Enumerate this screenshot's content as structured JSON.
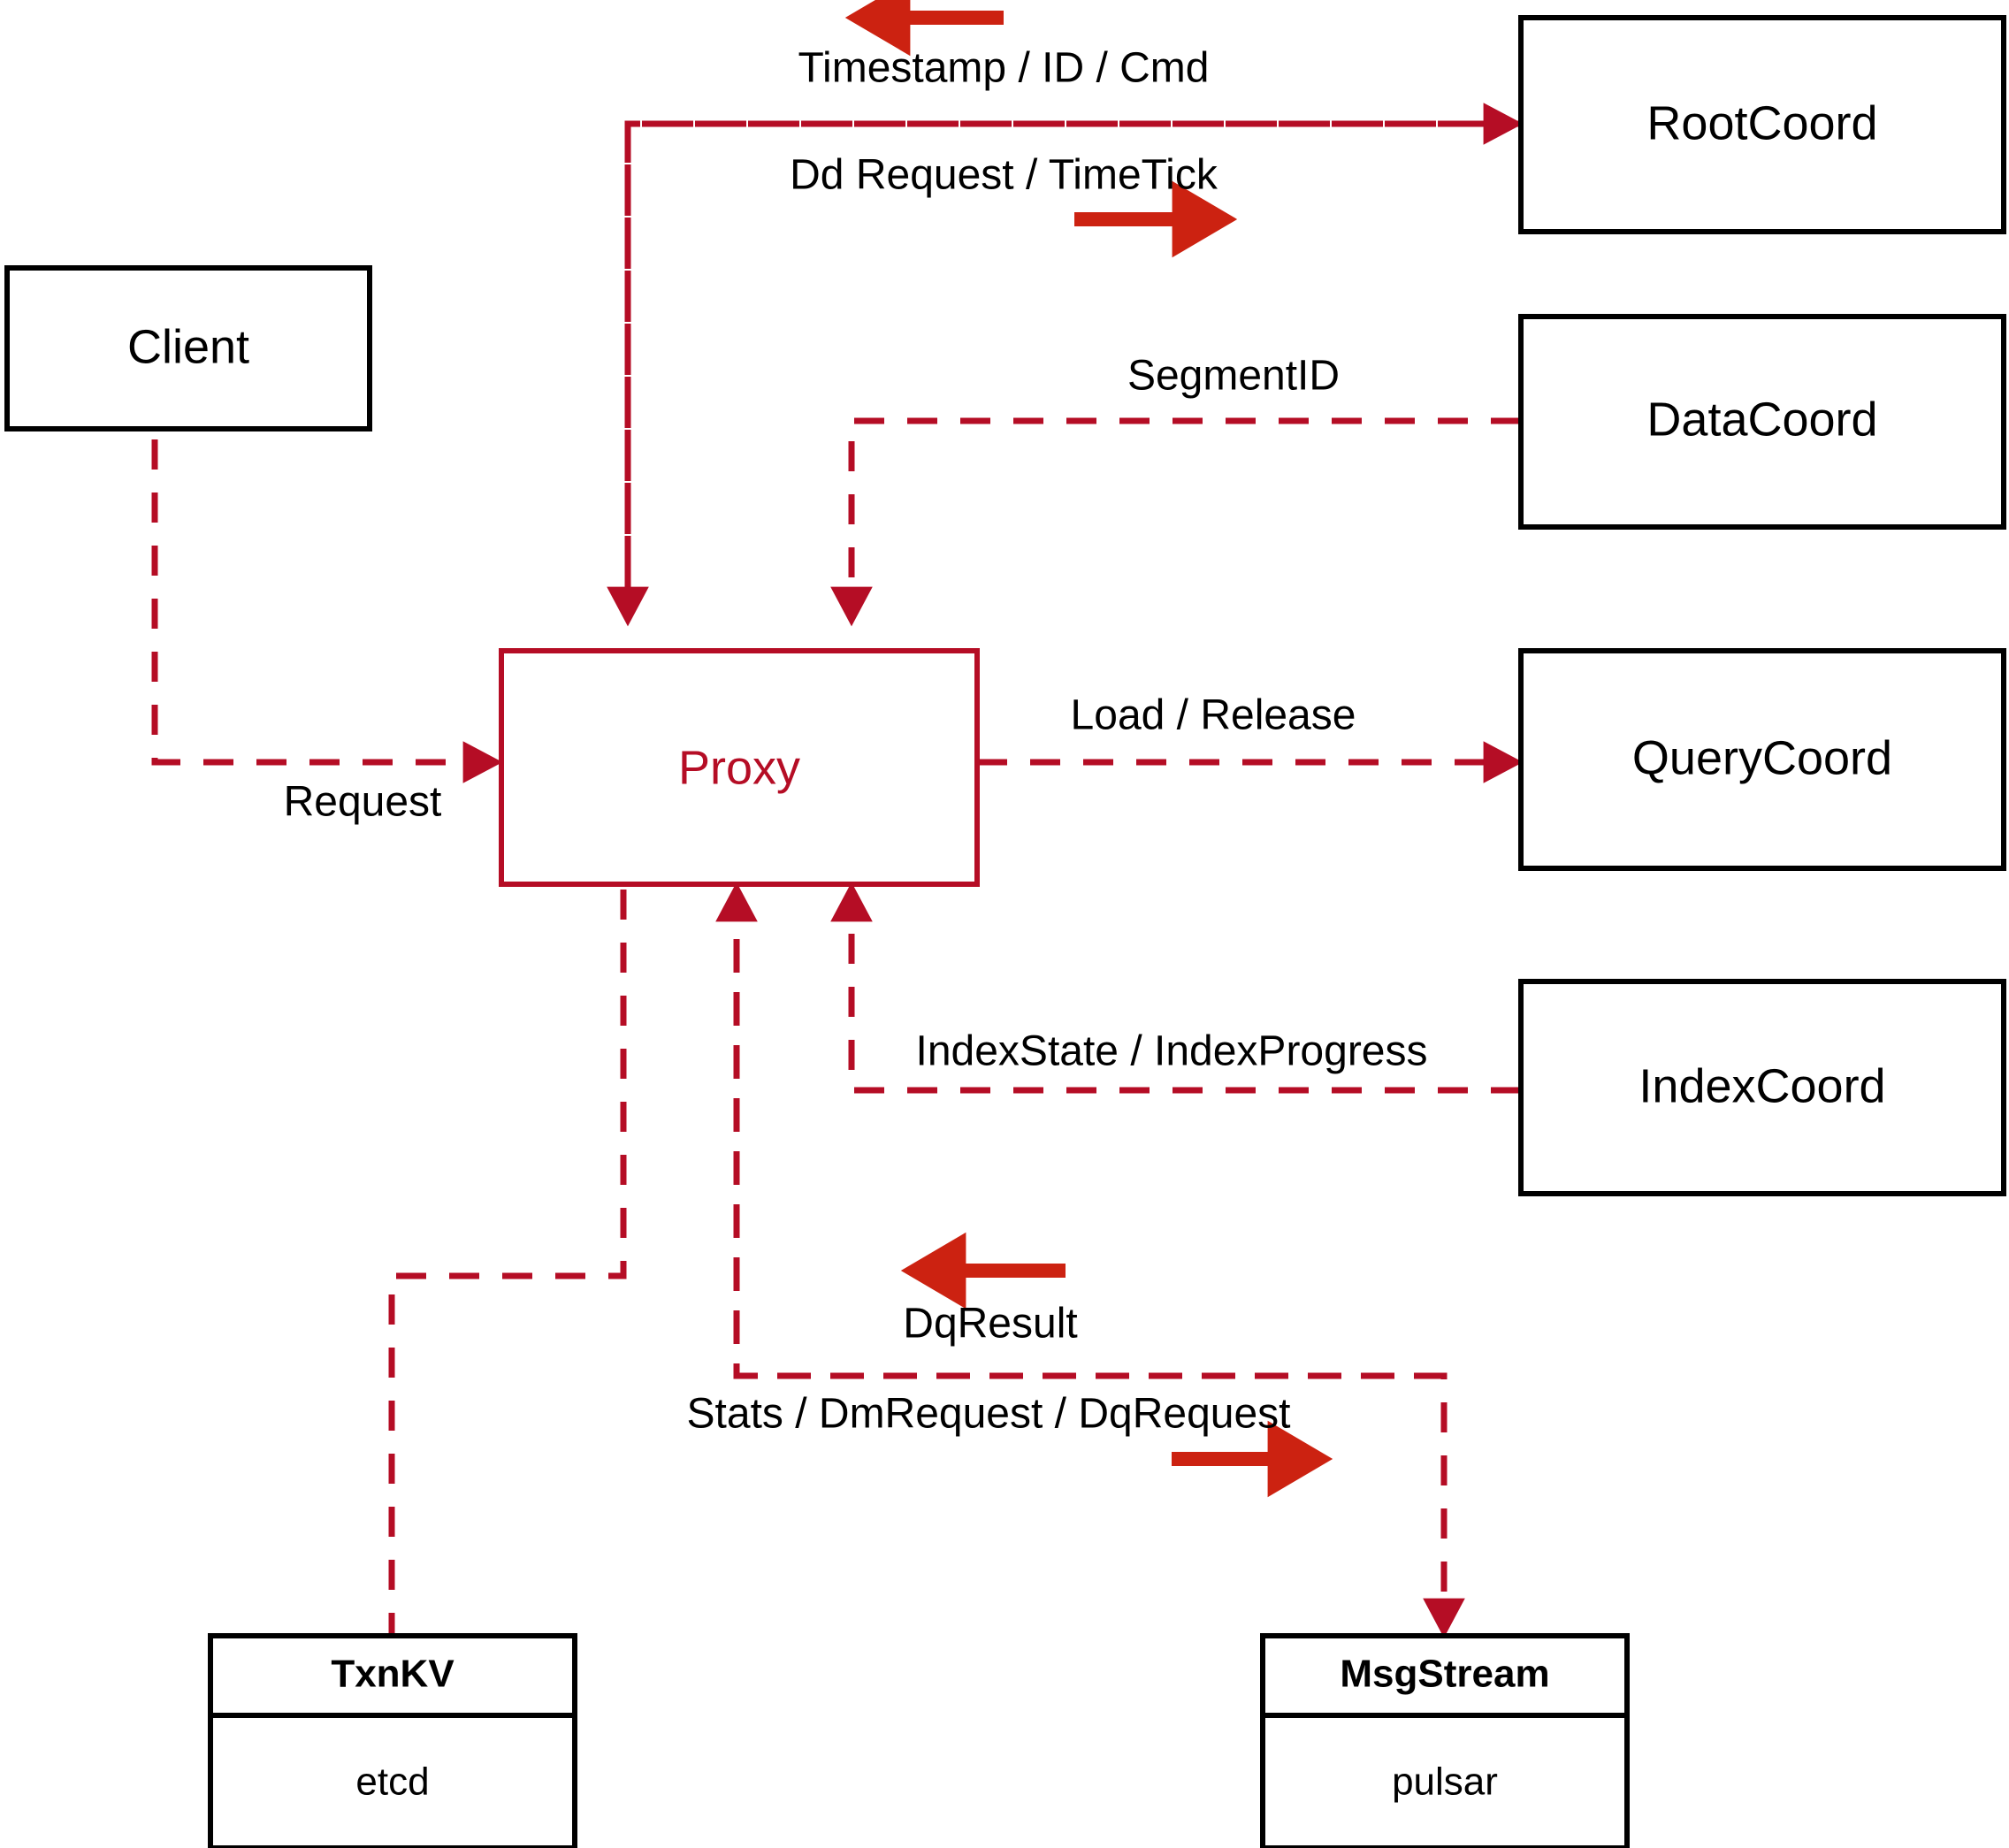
{
  "diagram": {
    "title": "Milvus Proxy interaction diagram",
    "colors": {
      "connector": "#b50d25",
      "legend_arrow": "#cc2211",
      "node_border": "#000000",
      "proxy_border": "#b50d25",
      "background": "#ffffff"
    }
  },
  "nodes": {
    "client": {
      "label": "Client"
    },
    "proxy": {
      "label": "Proxy"
    },
    "rootcoord": {
      "label": "RootCoord"
    },
    "datacoord": {
      "label": "DataCoord"
    },
    "querycoord": {
      "label": "QueryCoord"
    },
    "indexcoord": {
      "label": "IndexCoord"
    },
    "txnkv": {
      "title": "TxnKV",
      "implementation": "etcd"
    },
    "msgstream": {
      "title": "MsgStream",
      "implementation": "pulsar"
    }
  },
  "edges": [
    {
      "id": "client-to-proxy",
      "label": "Request",
      "from": "client",
      "to": "proxy",
      "direction": "forward"
    },
    {
      "id": "rootcoord-to-proxy",
      "label": "Timestamp / ID / Cmd",
      "from": "rootcoord",
      "to": "proxy",
      "direction": "backward"
    },
    {
      "id": "proxy-to-rootcoord",
      "label": "Dd Request / TimeTick",
      "from": "proxy",
      "to": "rootcoord",
      "direction": "forward"
    },
    {
      "id": "datacoord-to-proxy",
      "label": "SegmentID",
      "from": "datacoord",
      "to": "proxy",
      "direction": "backward"
    },
    {
      "id": "proxy-to-querycoord",
      "label": "Load / Release",
      "from": "proxy",
      "to": "querycoord",
      "direction": "forward"
    },
    {
      "id": "indexcoord-to-proxy",
      "label": "IndexState / IndexProgress",
      "from": "indexcoord",
      "to": "proxy",
      "direction": "backward"
    },
    {
      "id": "msgstream-to-proxy",
      "label": "DqResult",
      "from": "msgstream",
      "to": "proxy",
      "direction": "backward"
    },
    {
      "id": "proxy-to-msgstream",
      "label": "Stats / DmRequest / DqRequest",
      "from": "proxy",
      "to": "msgstream",
      "direction": "forward"
    },
    {
      "id": "proxy-to-txnkv",
      "label": "",
      "from": "proxy",
      "to": "txnkv",
      "direction": "none"
    }
  ]
}
